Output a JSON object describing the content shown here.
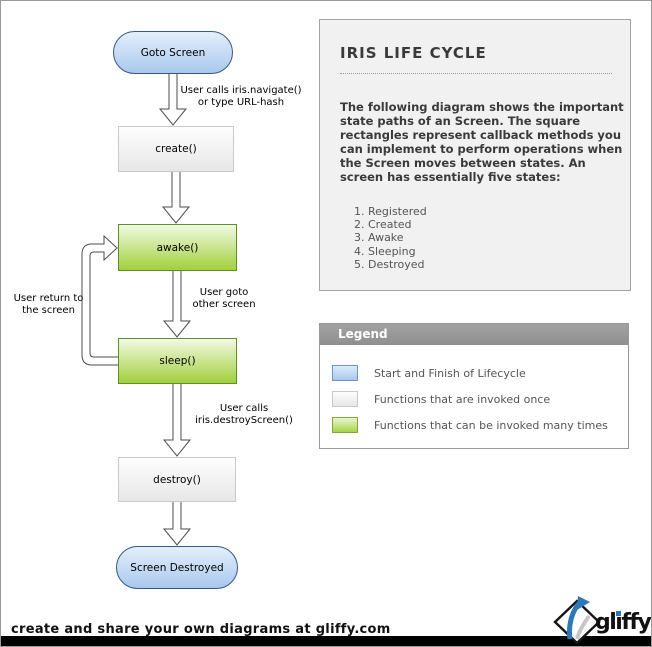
{
  "flowchart": {
    "nodes": [
      {
        "id": "goto-screen",
        "label": "Goto Screen",
        "type": "start-finish"
      },
      {
        "id": "create",
        "label": "create()",
        "type": "invoked-once"
      },
      {
        "id": "awake",
        "label": "awake()",
        "type": "invoked-many"
      },
      {
        "id": "sleep",
        "label": "sleep()",
        "type": "invoked-many"
      },
      {
        "id": "destroy",
        "label": "destroy()",
        "type": "invoked-once"
      },
      {
        "id": "screen-destroyed",
        "label": "Screen Destroyed",
        "type": "start-finish"
      }
    ],
    "edge_labels": {
      "navigate": "User calls iris.navigate()\nor type URL-hash",
      "goto_other": "User goto\nother screen",
      "return": "User return to\nthe screen",
      "destroy_call": "User calls\niris.destroyScreen()"
    }
  },
  "info_panel": {
    "title": "IRIS LIFE CYCLE",
    "body": "The following diagram shows the important state paths of an Screen. The square rectangles represent callback methods you can implement to perform operations when the Screen moves between states. An screen has essentially five states:",
    "states": [
      "1. Registered",
      "2. Created",
      "3. Awake",
      "4. Sleeping",
      "5. Destroyed"
    ]
  },
  "legend": {
    "title": "Legend",
    "items": [
      {
        "swatch": "blue",
        "label": "Start and Finish of Lifecycle"
      },
      {
        "swatch": "gray",
        "label": "Functions that are invoked once"
      },
      {
        "swatch": "green",
        "label": "Functions that can be invoked many times"
      }
    ]
  },
  "footer": {
    "tagline": "create and share your own diagrams at gliffy.com",
    "brand": "gliffy",
    "brand_parts": {
      "pre": "gl",
      "i_dotless": "ı",
      "post": "ffy"
    }
  },
  "colors": {
    "start_finish_fill": "#a9c8ed",
    "start_finish_border": "#38588a",
    "invoked_once_fill": "#e7e7e7",
    "invoked_once_border": "#c9c9c9",
    "invoked_many_fill": "#a2d03c",
    "invoked_many_border": "#5f8f2b",
    "legend_header": "#999999",
    "panel_background": "#f1f1f1",
    "arrow_stroke": "#4d4d4d",
    "brand_blue": "#2e78b8"
  }
}
